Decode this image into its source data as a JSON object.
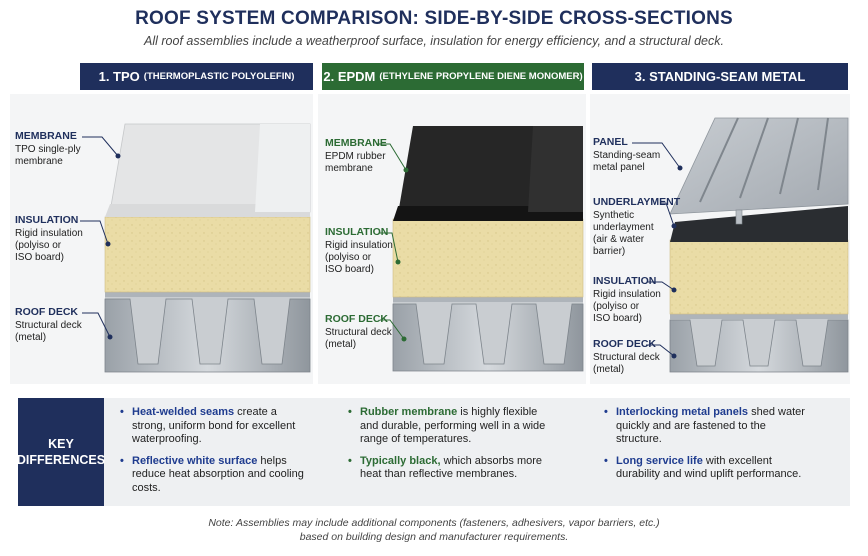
{
  "title": "ROOF SYSTEM COMPARISON: SIDE-BY-SIDE CROSS-SECTIONS",
  "subtitle": "All roof assemblies include a weatherproof surface, insulation for energy efficiency, and a structural deck.",
  "colors": {
    "navy": "#1f2f5c",
    "green": "#2c6b34",
    "membrane_white": "#e9eaeb",
    "membrane_black": "#1e1e1e",
    "insulation": "#eadca6",
    "metal": "#b8bec4"
  },
  "columns": [
    {
      "number_label": "1. TPO",
      "sub_label": "(THERMOPLASTIC POLYOLEFIN)",
      "layers": [
        {
          "heading": "MEMBRANE",
          "lines": [
            "TPO single-ply",
            "membrane"
          ]
        },
        {
          "heading": "INSULATION",
          "lines": [
            "Rigid insulation",
            "(polyiso or",
            "ISO board)"
          ]
        },
        {
          "heading": "ROOF DECK",
          "lines": [
            "Structural deck",
            "(metal)"
          ]
        }
      ],
      "differences": [
        {
          "bold": "Heat-welded seams",
          "text": " create a strong, uniform bond for excellent waterproofing."
        },
        {
          "bold": "Reflective white surface",
          "text": " helps reduce heat absorption and cooling costs."
        }
      ]
    },
    {
      "number_label": "2. EPDM",
      "sub_label": "(ETHYLENE PROPYLENE DIENE MONOMER)",
      "layers": [
        {
          "heading": "MEMBRANE",
          "lines": [
            "EPDM rubber",
            "membrane"
          ]
        },
        {
          "heading": "INSULATION",
          "lines": [
            "Rigid insulation",
            "(polyiso or",
            "ISO board)"
          ]
        },
        {
          "heading": "ROOF DECK",
          "lines": [
            "Structural deck",
            "(metal)"
          ]
        }
      ],
      "differences": [
        {
          "bold": "Rubber membrane",
          "text": " is highly flexible and durable, performing well in a wide range of temperatures."
        },
        {
          "bold": "Typically black,",
          "text": " which absorbs more heat than reflective membranes."
        }
      ]
    },
    {
      "number_label": "3. STANDING-SEAM METAL",
      "sub_label": "",
      "layers": [
        {
          "heading": "PANEL",
          "lines": [
            "Standing-seam",
            "metal panel"
          ]
        },
        {
          "heading": "UNDERLAYMENT",
          "lines": [
            "Synthetic",
            "underlayment",
            "(air & water",
            "barrier)"
          ]
        },
        {
          "heading": "INSULATION",
          "lines": [
            "Rigid insulation",
            "(polyiso or",
            "ISO board)"
          ]
        },
        {
          "heading": "ROOF DECK",
          "lines": [
            "Structural deck",
            "(metal)"
          ]
        }
      ],
      "differences": [
        {
          "bold": "Interlocking metal panels",
          "text": " shed water quickly and are fastened to the structure."
        },
        {
          "bold": "Long service life",
          "text": " with excellent durability and wind uplift performance."
        }
      ]
    }
  ],
  "key_differences_label": [
    "KEY",
    "DIFFERENCES"
  ],
  "note": [
    "Note: Assemblies may include additional components (fasteners, adhesivers, vapor barriers, etc.)",
    "based on building design and manufacturer requirements."
  ]
}
